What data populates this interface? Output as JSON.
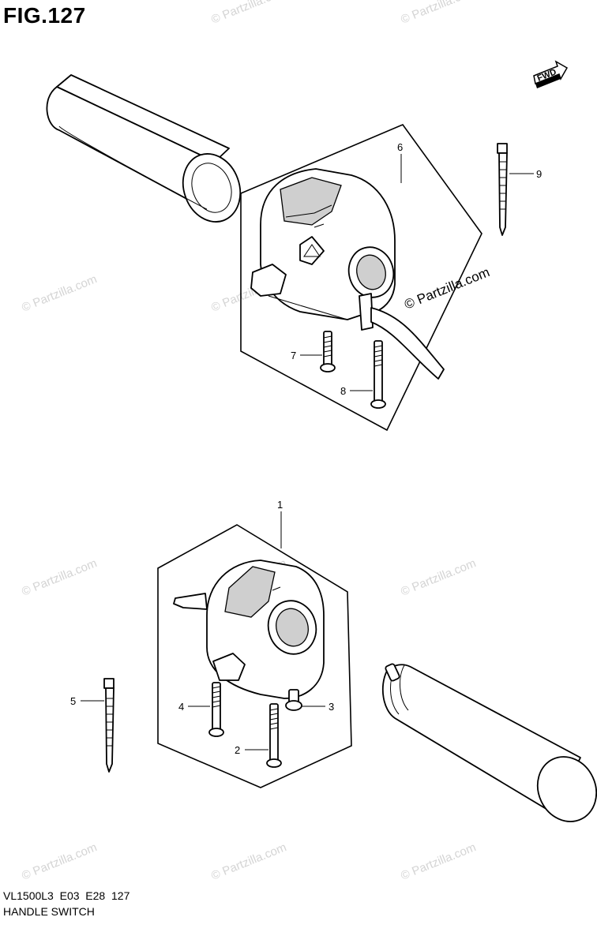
{
  "figure": {
    "title": "FIG.127",
    "fwd_label": "FWD"
  },
  "callouts": {
    "c1": "1",
    "c2": "2",
    "c3": "3",
    "c4": "4",
    "c5": "5",
    "c6": "6",
    "c7": "7",
    "c8": "8",
    "c9": "9"
  },
  "watermark": {
    "small": "© Partzilla.com",
    "large": "© Partzilla.com"
  },
  "footer": {
    "model_line": "VL1500L3  E03  E28  127",
    "section_name": "HANDLE SWITCH"
  }
}
